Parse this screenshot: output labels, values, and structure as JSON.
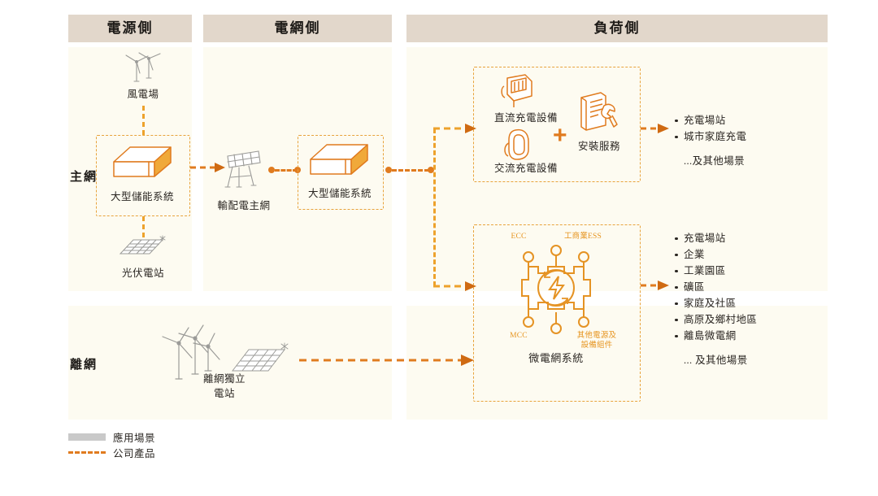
{
  "columns": [
    {
      "id": "supply",
      "title": "電源側"
    },
    {
      "id": "grid",
      "title": "電網側"
    },
    {
      "id": "load",
      "title": "負荷側"
    }
  ],
  "rows": [
    {
      "id": "main-grid",
      "label": "主網"
    },
    {
      "id": "off-grid",
      "label": "離網"
    }
  ],
  "nodes": {
    "wind_farm": {
      "caption": "風電場",
      "icon": "wind-turbine-icon"
    },
    "pv_station": {
      "caption": "光伏電站",
      "icon": "solar-panel-icon"
    },
    "supply_ess": {
      "caption": "大型儲能系統",
      "icon": "battery-container-icon"
    },
    "transmission": {
      "caption": "輸配電主網",
      "icon": "transmission-tower-icon"
    },
    "grid_ess": {
      "caption": "大型儲能系統",
      "icon": "battery-container-icon"
    },
    "dc_charger": {
      "caption": "直流充電設備",
      "icon": "dc-charger-icon"
    },
    "ac_charger": {
      "caption": "交流充電設備",
      "icon": "ac-charger-icon"
    },
    "install_service": {
      "caption": "安裝服務",
      "icon": "install-service-icon"
    },
    "plus": {
      "caption": "+"
    },
    "microgrid": {
      "caption": "微電網系統",
      "icon": "microgrid-gear-icon"
    },
    "offgrid_station": {
      "caption": "離網獨立\n電站",
      "caption_line1": "離網獨立",
      "caption_line2": "電站",
      "icon": "wind-turbine-icon"
    },
    "offgrid_pv": {
      "caption": "",
      "icon": "solar-panel-icon"
    }
  },
  "microgrid_labels": {
    "top_left": "ECC",
    "top_right": "工商業ESS",
    "bottom_left": "MCC",
    "bottom_right_line1": "其他電源及",
    "bottom_right_line2": "設備組件"
  },
  "scenarios_charging": {
    "items": [
      "充電場站",
      "城市家庭充電"
    ],
    "tail": "...及其他場景"
  },
  "scenarios_microgrid": {
    "items": [
      "充電場站",
      "企業",
      "工業園區",
      "礦區",
      "家庭及社區",
      "高原及鄉村地區",
      "離島微電網"
    ],
    "tail": "... 及其他場景"
  },
  "legend": [
    {
      "type": "swatch",
      "label": "應用場景"
    },
    {
      "type": "dash",
      "label": "公司產品"
    }
  ],
  "colors": {
    "header_bg": "#e2d7cb",
    "panel_bg": "#fdfbf1",
    "accent_orange": "#e07b1f",
    "accent_light": "#eda22c",
    "icon_gray": "#9b9b98",
    "text": "#2a2622",
    "legend_gray": "#c9c9c9"
  }
}
